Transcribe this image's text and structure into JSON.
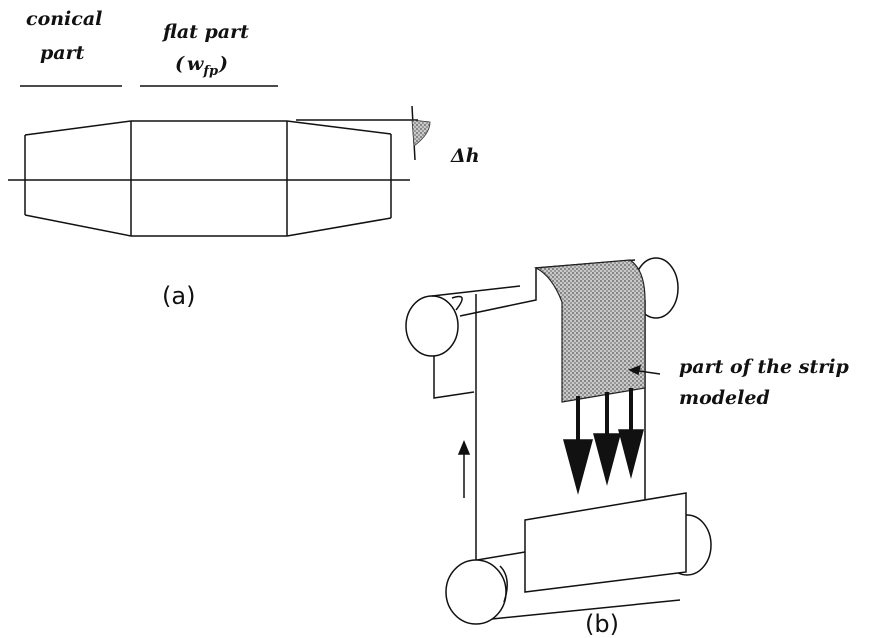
{
  "labels": {
    "conical_line1": "conical",
    "conical_line2": "part",
    "flat_line1": "flat part",
    "flat_open": "(",
    "flat_w": "w",
    "flat_sub": "fp",
    "flat_close": ")",
    "delta_h": "Δh",
    "caption_a": "(a)",
    "caption_b": "(b)",
    "strip_line1": "part of the strip",
    "strip_line2": "modeled"
  },
  "colors": {
    "stroke": "#111111",
    "hatch": "#8a8a8a"
  }
}
